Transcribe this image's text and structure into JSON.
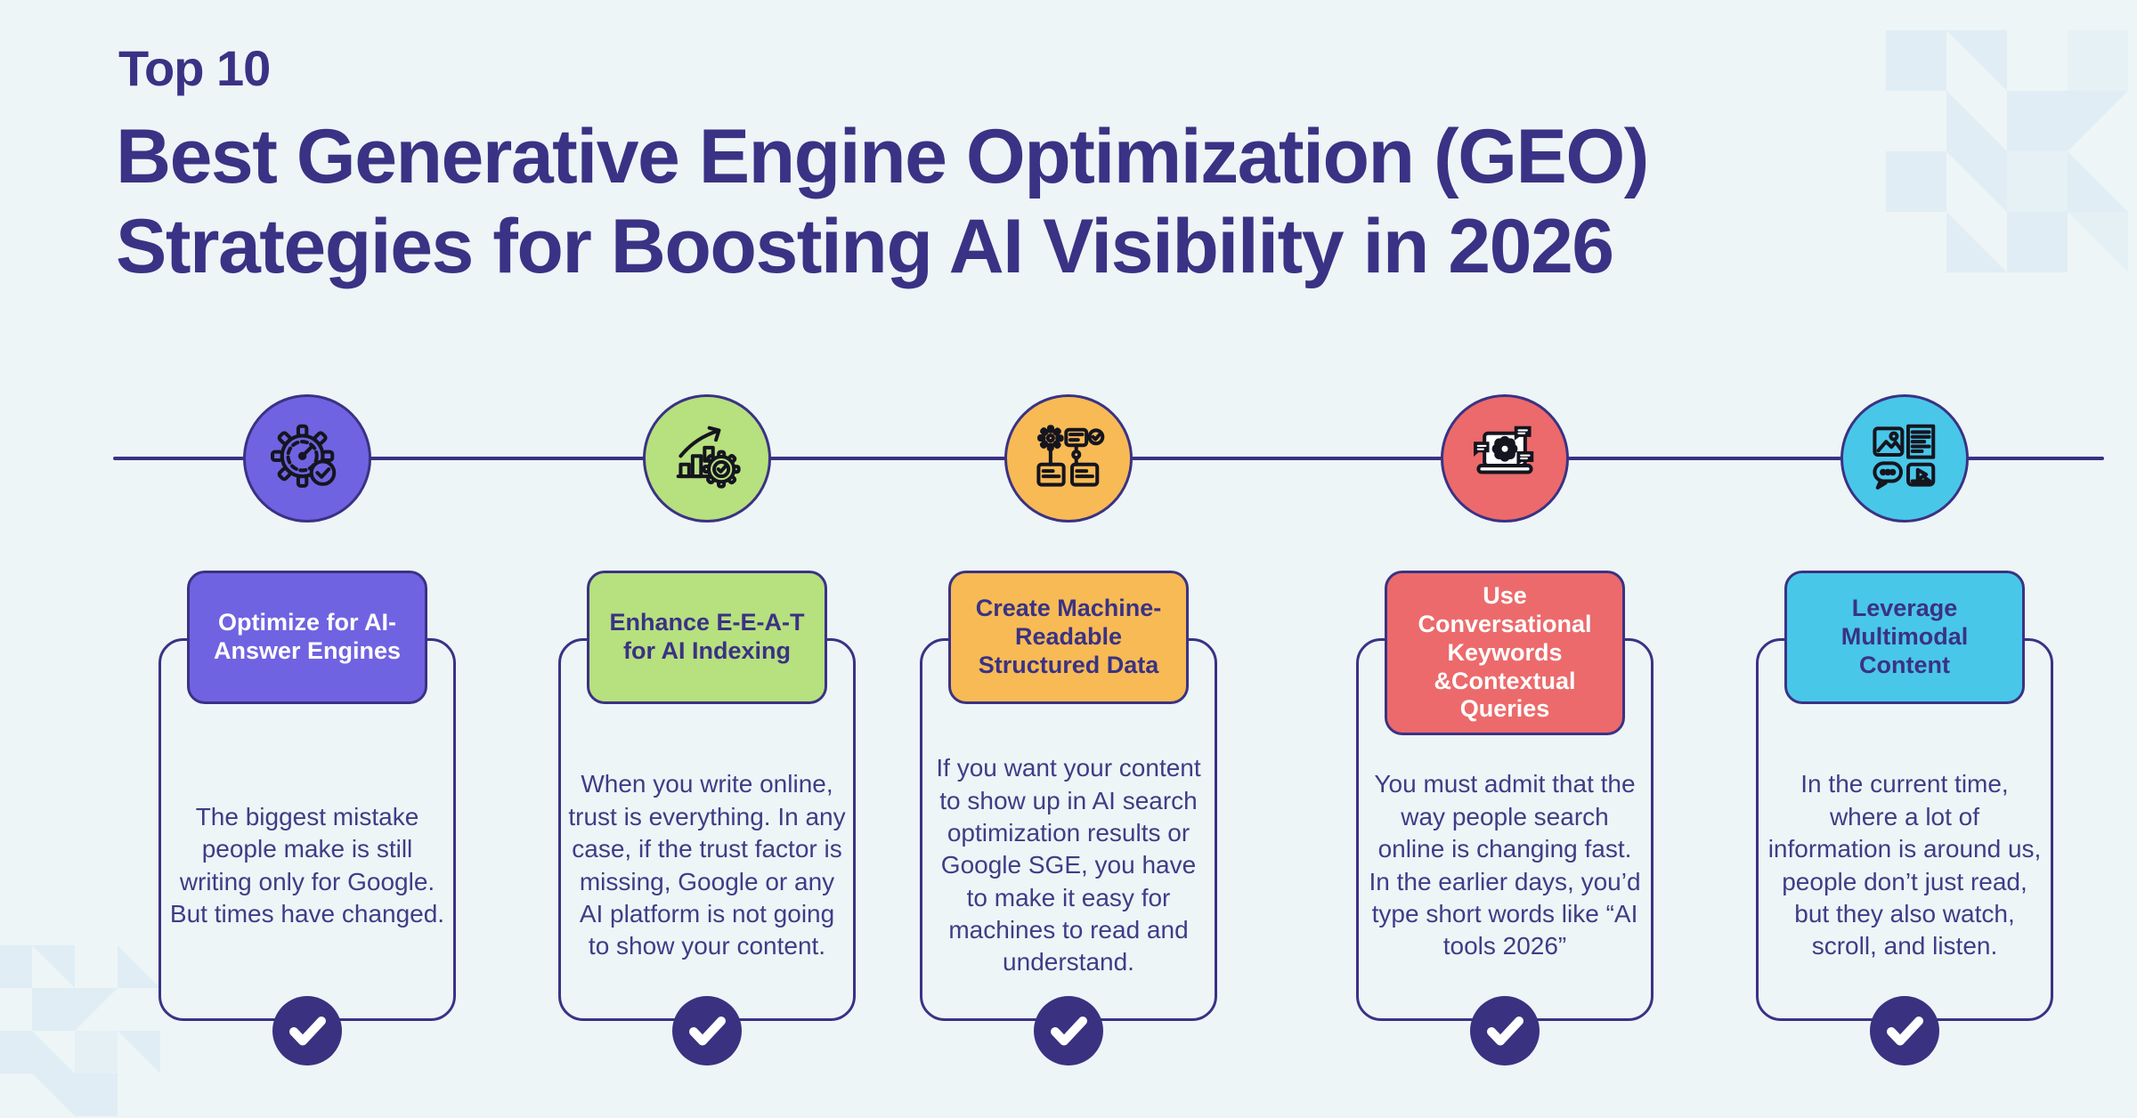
{
  "header": {
    "kicker": "Top 10",
    "title": "Best Generative Engine Optimization (GEO) Strategies for Boosting AI Visibility in 2026"
  },
  "colors": {
    "background": "#edf5f7",
    "ink": "#3a3284",
    "body-ink": "#3e3d85",
    "badge": "#3a3181",
    "pattern": "#dcebf3",
    "line": "#3a3284"
  },
  "cards": [
    {
      "icon": "gauge-gear-check-icon",
      "accent": "#6f63e1",
      "title_text_color": "#ffffff",
      "title": "Optimize for AI-Answer Engines",
      "body": "The biggest mistake people make is still writing only for Google. But times have changed."
    },
    {
      "icon": "growth-chart-gear-icon",
      "accent": "#b7e07e",
      "title_text_color": "#3a3284",
      "title": "Enhance E-E-A-T for AI Indexing",
      "body": "When you write online, trust is everything. In any case, if the trust factor is missing, Google or any AI platform is not going to show your content."
    },
    {
      "icon": "structured-data-flow-icon",
      "accent": "#f8ba54",
      "title_text_color": "#3a3284",
      "title": "Create Machine-Readable Structured Data",
      "body": "If you want your content to show up in AI search optimization results or Google SGE, you have to make it easy for machines to read and understand."
    },
    {
      "icon": "conversational-ai-laptop-icon",
      "accent": "#ec6a6b",
      "title_text_color": "#ffffff",
      "title": "Use Conversational Keywords &Contextual Queries",
      "body": "You must admit that the way people search online is changing fast. In the earlier days, you’d type short words like “AI tools 2026”"
    },
    {
      "icon": "multimodal-content-grid-icon",
      "accent": "#49c7e8",
      "title_text_color": "#3a3284",
      "title": "Leverage Multimodal Content",
      "body": "In the current time, where a lot of information is around us, people don’t just read, but they also watch, scroll, and listen."
    }
  ]
}
